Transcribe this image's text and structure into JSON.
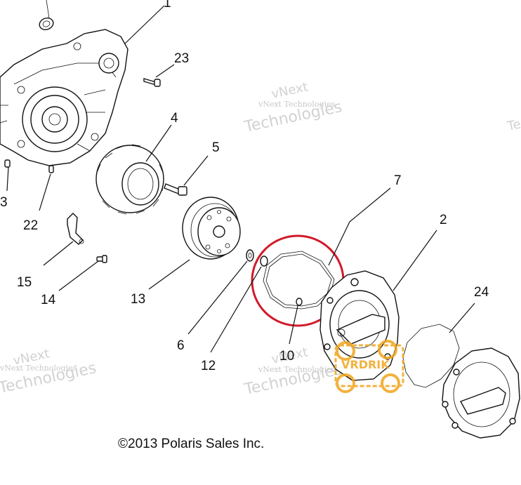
{
  "callouts": {
    "c1": "1",
    "c23": "23",
    "c4": "4",
    "c5": "5",
    "c7": "7",
    "c2": "2",
    "c3": "3",
    "c22": "22",
    "c15": "15",
    "c14": "14",
    "c13": "13",
    "c6": "6",
    "c12": "12",
    "c10": "10",
    "c24": "24"
  },
  "watermark": {
    "line1": "vNext Technologies",
    "line2": "Technologies",
    "line3": "vNext",
    "brand": "VRDRIK"
  },
  "copyright": "©2013 Polaris Sales Inc.",
  "colors": {
    "highlight": "#d11a2a",
    "line": "#111111",
    "watermark": "#c8c8c8",
    "brand": "#f0a51e"
  }
}
